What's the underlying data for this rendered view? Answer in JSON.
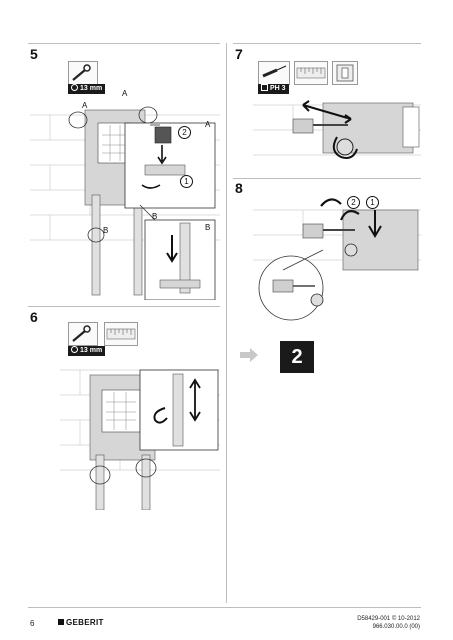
{
  "steps": [
    {
      "number": "5",
      "tool_label": "13 mm",
      "callouts": [
        "A",
        "A",
        "A",
        "B",
        "B",
        "B"
      ],
      "circled": [
        "2",
        "1"
      ]
    },
    {
      "number": "6",
      "tool_label": "13 mm"
    },
    {
      "number": "7",
      "tool_label": "PH 3"
    },
    {
      "number": "8",
      "circled": [
        "2",
        "1"
      ]
    }
  ],
  "next_step": "2",
  "footer": {
    "page_number": "6",
    "brand": "GEBERIT",
    "doc_code": "D58429-001 © 10-2012",
    "doc_number": "966.030.00.0 (00)"
  },
  "colors": {
    "accent": "#1a1a1a",
    "arrow": "#c8c8c8",
    "rule": "#bdbdbd"
  },
  "icons": [
    "wrench-icon",
    "tape-measure-icon",
    "level-icon",
    "screwdriver-icon",
    "arrow-right-icon"
  ]
}
